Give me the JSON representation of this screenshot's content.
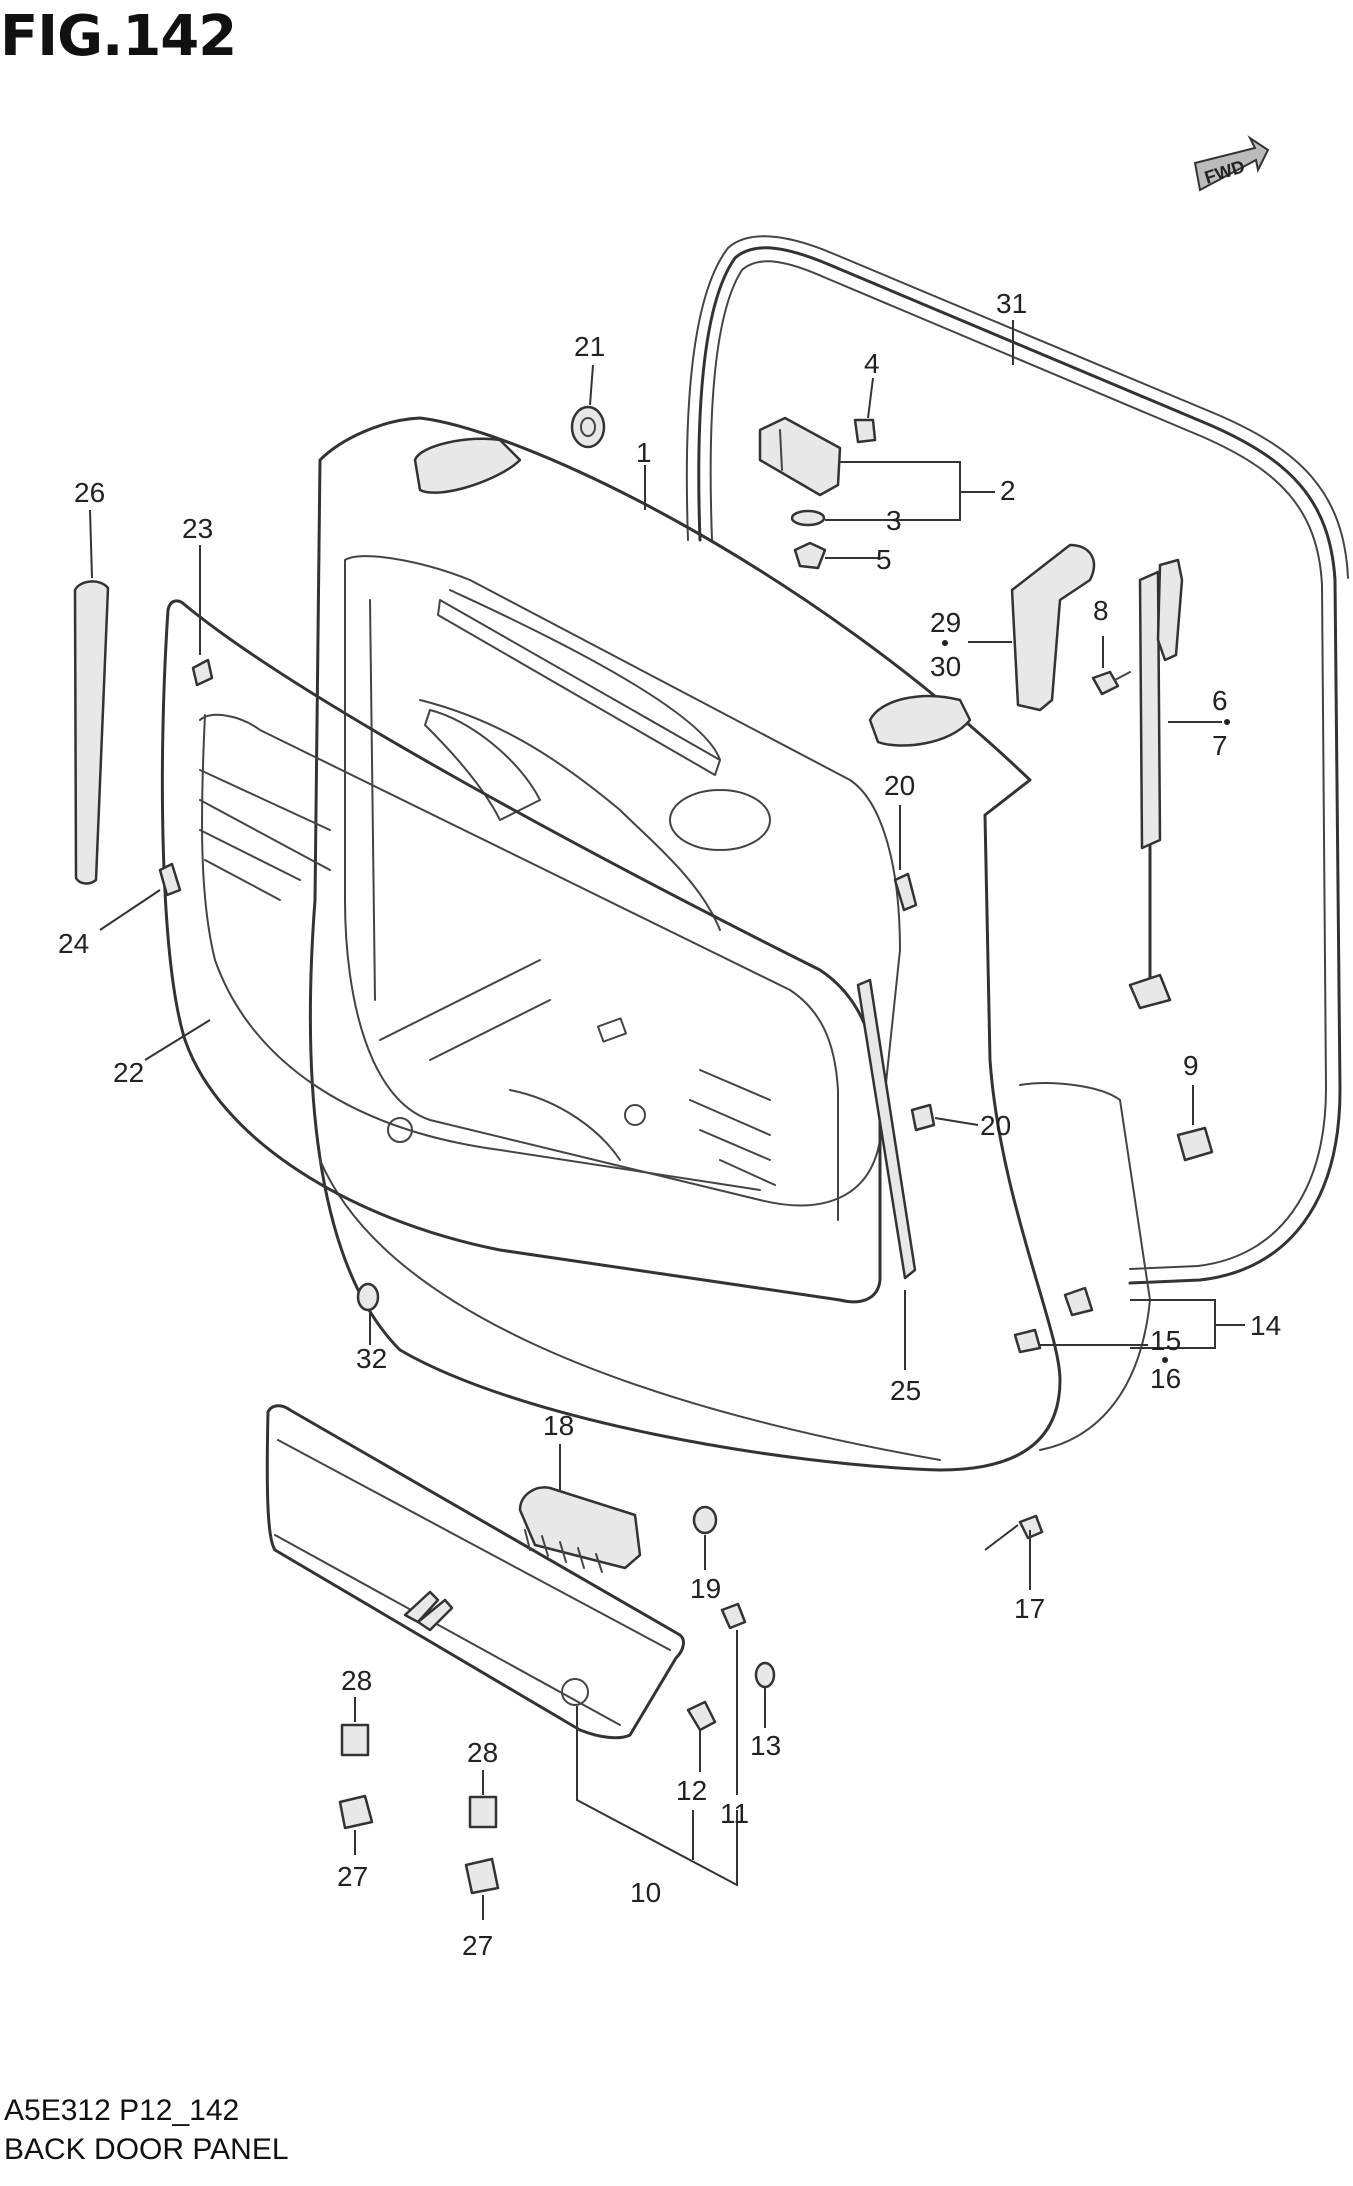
{
  "figure": {
    "title": "FIG.142",
    "code": "A5E312 P12_142",
    "caption": "BACK DOOR PANEL",
    "fwd_label": "FWD"
  },
  "callouts": [
    {
      "id": "c1",
      "text": "1"
    },
    {
      "id": "c2",
      "text": "2"
    },
    {
      "id": "c3",
      "text": "3"
    },
    {
      "id": "c4",
      "text": "4"
    },
    {
      "id": "c5",
      "text": "5"
    },
    {
      "id": "c6",
      "text": "6"
    },
    {
      "id": "c7",
      "text": "7"
    },
    {
      "id": "c8",
      "text": "8"
    },
    {
      "id": "c9",
      "text": "9"
    },
    {
      "id": "c10",
      "text": "10"
    },
    {
      "id": "c11",
      "text": "11"
    },
    {
      "id": "c12",
      "text": "12"
    },
    {
      "id": "c13",
      "text": "13"
    },
    {
      "id": "c14",
      "text": "14"
    },
    {
      "id": "c15",
      "text": "15"
    },
    {
      "id": "c16",
      "text": "16"
    },
    {
      "id": "c17",
      "text": "17"
    },
    {
      "id": "c18",
      "text": "18"
    },
    {
      "id": "c19",
      "text": "19"
    },
    {
      "id": "c20a",
      "text": "20"
    },
    {
      "id": "c20b",
      "text": "20"
    },
    {
      "id": "c21",
      "text": "21"
    },
    {
      "id": "c22",
      "text": "22"
    },
    {
      "id": "c23",
      "text": "23"
    },
    {
      "id": "c24",
      "text": "24"
    },
    {
      "id": "c25",
      "text": "25"
    },
    {
      "id": "c26",
      "text": "26"
    },
    {
      "id": "c27a",
      "text": "27"
    },
    {
      "id": "c27b",
      "text": "27"
    },
    {
      "id": "c28a",
      "text": "28"
    },
    {
      "id": "c28b",
      "text": "28"
    },
    {
      "id": "c29",
      "text": "29"
    },
    {
      "id": "c30",
      "text": "30"
    },
    {
      "id": "c31",
      "text": "31"
    },
    {
      "id": "c32",
      "text": "32"
    }
  ]
}
